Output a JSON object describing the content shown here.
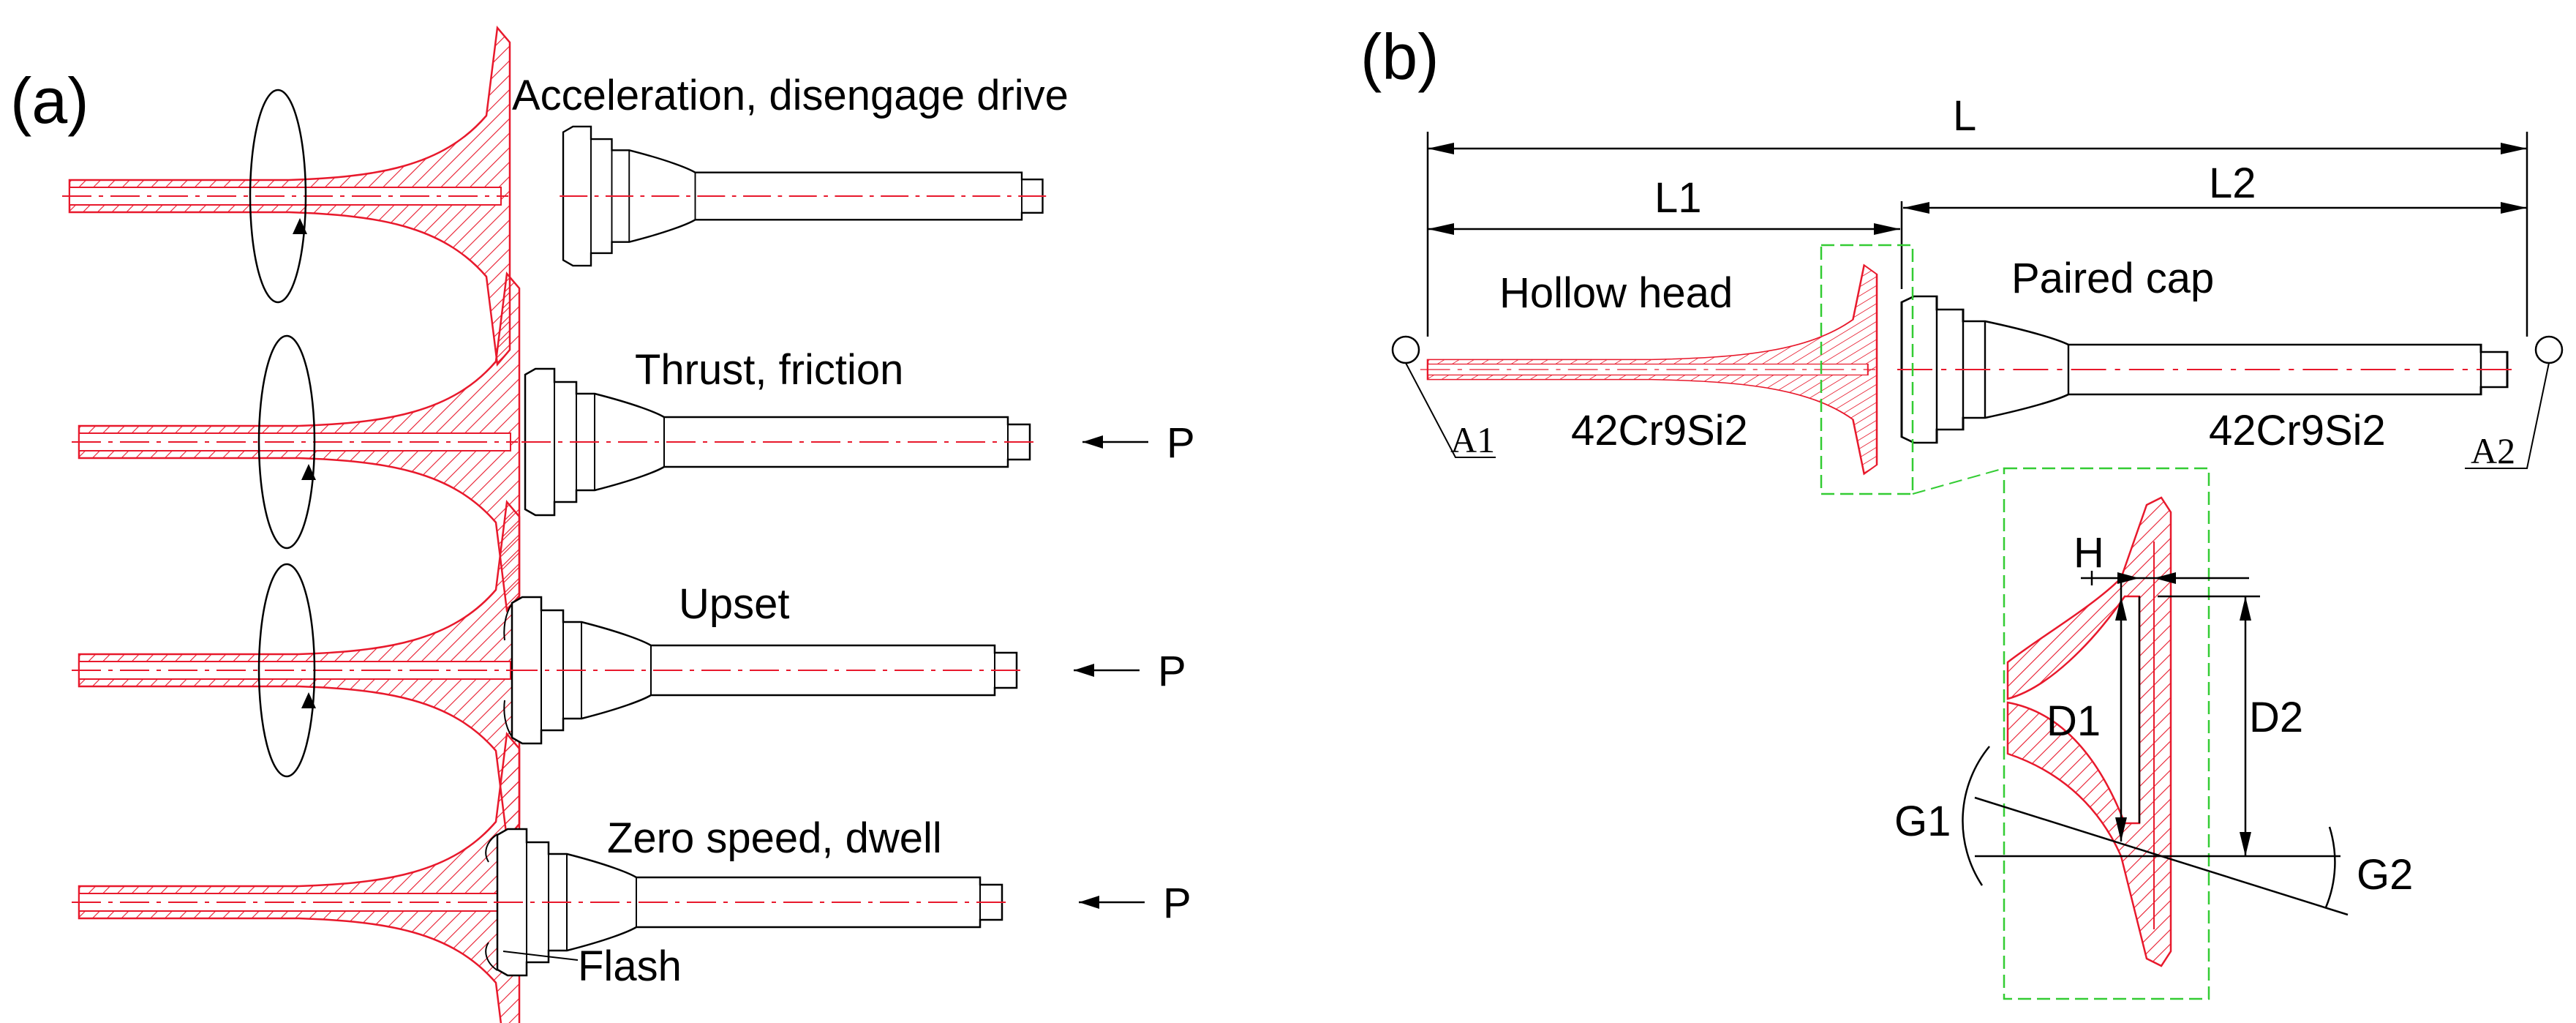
{
  "panel_a": {
    "label": "(a)",
    "steps": [
      {
        "caption": "Acceleration, disengage drive",
        "force": ""
      },
      {
        "caption": "Thrust, friction",
        "force": "P"
      },
      {
        "caption": "Upset",
        "force": "P"
      },
      {
        "caption": "Zero speed, dwell",
        "force": "P"
      }
    ],
    "flash_label": "Flash"
  },
  "panel_b": {
    "label": "(b)",
    "dimensions": {
      "total": "L",
      "left": "L1",
      "right": "L2"
    },
    "left_part": {
      "name": "Hollow head",
      "material": "42Cr9Si2",
      "datum": "A1"
    },
    "right_part": {
      "name": "Paired cap",
      "material": "42Cr9Si2",
      "datum": "A2"
    },
    "detail": {
      "h": "H",
      "d1": "D1",
      "d2": "D2",
      "g1": "G1",
      "g2": "G2"
    }
  },
  "colors": {
    "hatch": "#e8192c",
    "outline": "#000000",
    "frame": "#33cc33"
  }
}
